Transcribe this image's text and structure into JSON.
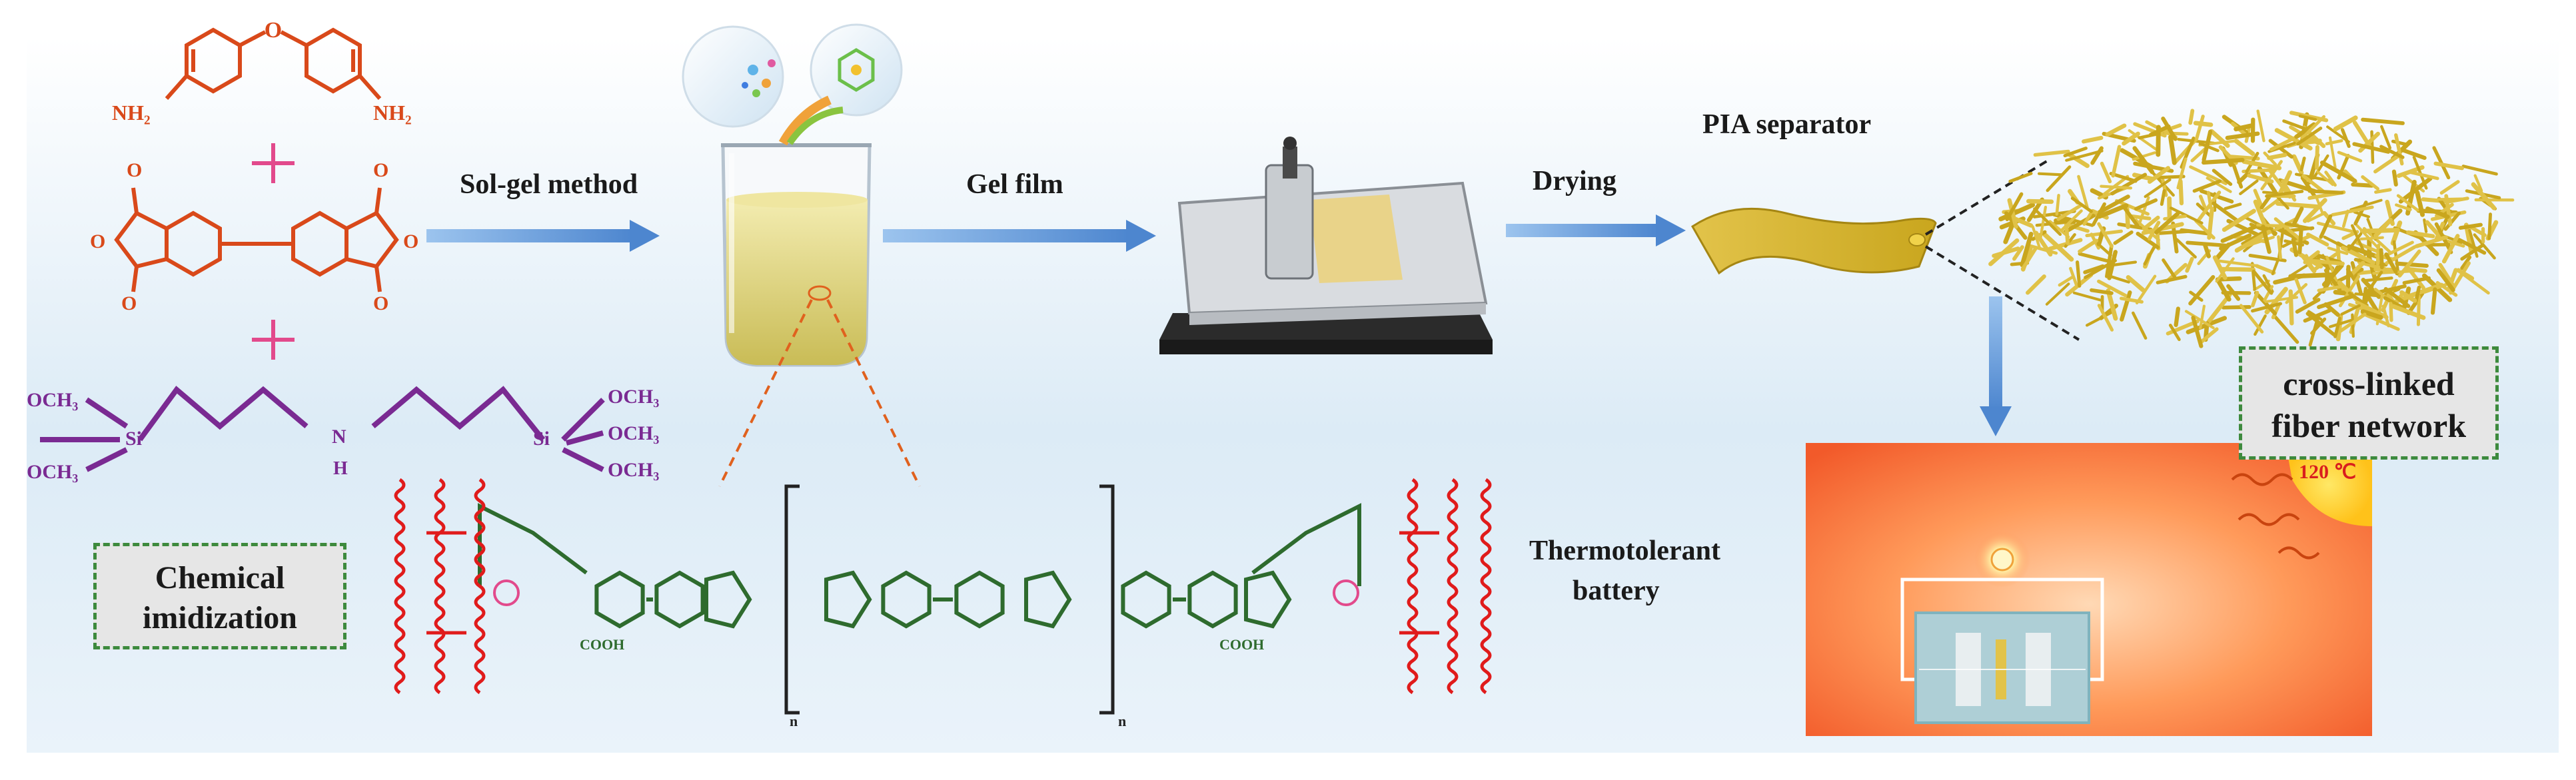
{
  "steps": {
    "sol_gel": "Sol-gel method",
    "gel_film": "Gel film",
    "drying": "Drying",
    "separator": "PIA separator"
  },
  "boxes": {
    "chemical_imidization": [
      "Chemical",
      "imidization"
    ],
    "fiber_network": [
      "cross-linked",
      "fiber network"
    ]
  },
  "battery": {
    "label": [
      "Thermotolerant",
      "battery"
    ],
    "temperature": "120 ℃"
  },
  "chem_labels": {
    "nh2": "NH₂",
    "och3": "OCH₃",
    "si": "Si",
    "n": "N",
    "h": "H",
    "cooh": "COOH",
    "n_sub": "n"
  },
  "colors": {
    "monomer_orange": "#d9491a",
    "plus_pink": "#e24a8c",
    "silane_purple": "#7a2a92",
    "polymer_green": "#2e6b2e",
    "crosslink_red": "#e01b1b",
    "arrow_blue": "#5b93d4",
    "fiber_gold": "#c9a61e",
    "box_border": "#3d8a3d"
  }
}
